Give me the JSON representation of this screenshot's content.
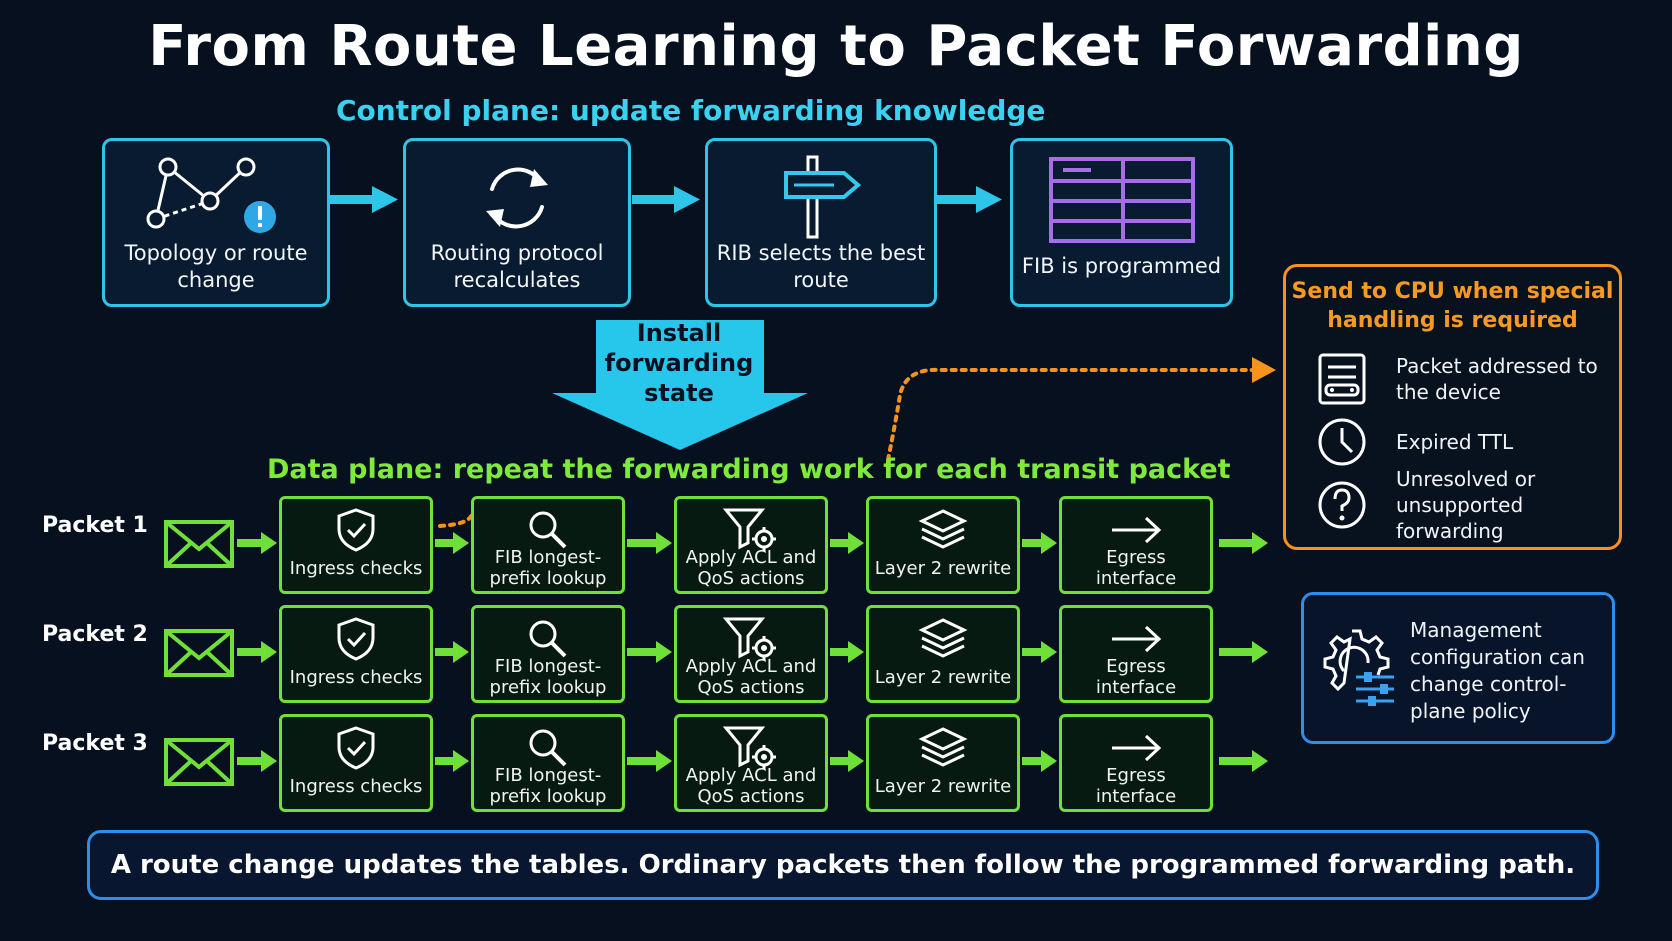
{
  "title": "From Route Learning to Packet Forwarding",
  "control_plane": {
    "heading": "Control plane: update forwarding knowledge",
    "steps": [
      {
        "label": "Topology or route change",
        "icon": "network-topology-alert-icon"
      },
      {
        "label": "Routing protocol recalculates",
        "icon": "refresh-cycle-icon"
      },
      {
        "label": "RIB selects the best route",
        "icon": "signpost-icon"
      },
      {
        "label": "FIB is programmed",
        "icon": "table-grid-icon"
      }
    ]
  },
  "install_arrow": {
    "label": "Install forwarding state"
  },
  "data_plane": {
    "heading": "Data plane: repeat the forwarding work for each transit packet",
    "packets": [
      "Packet 1",
      "Packet 2",
      "Packet 3"
    ],
    "stages": [
      {
        "label": "Ingress checks",
        "icon": "shield-check-icon"
      },
      {
        "label": "FIB longest-prefix lookup",
        "icon": "magnifier-icon"
      },
      {
        "label": "Apply ACL and QoS actions",
        "icon": "filter-gear-icon"
      },
      {
        "label": "Layer 2 rewrite",
        "icon": "layers-icon"
      },
      {
        "label": "Egress interface",
        "icon": "right-arrow-icon"
      }
    ]
  },
  "cpu_panel": {
    "title": "Send to CPU when special handling is required",
    "items": [
      {
        "label": "Packet addressed to the device",
        "icon": "device-card-icon"
      },
      {
        "label": "Expired TTL",
        "icon": "clock-icon"
      },
      {
        "label": "Unresolved or unsupported forwarding",
        "icon": "question-circle-icon"
      }
    ]
  },
  "management_panel": {
    "label": "Management configuration can change control-plane policy",
    "icon": "gear-sliders-icon"
  },
  "footer": "A route change updates the tables. Ordinary packets then follow the programmed forwarding path.",
  "colors": {
    "background": "#06101f",
    "control_accent": "#2ec6e8",
    "data_accent": "#6fe03a",
    "cpu_accent": "#f6921e",
    "mgmt_accent": "#2f8ee8"
  }
}
